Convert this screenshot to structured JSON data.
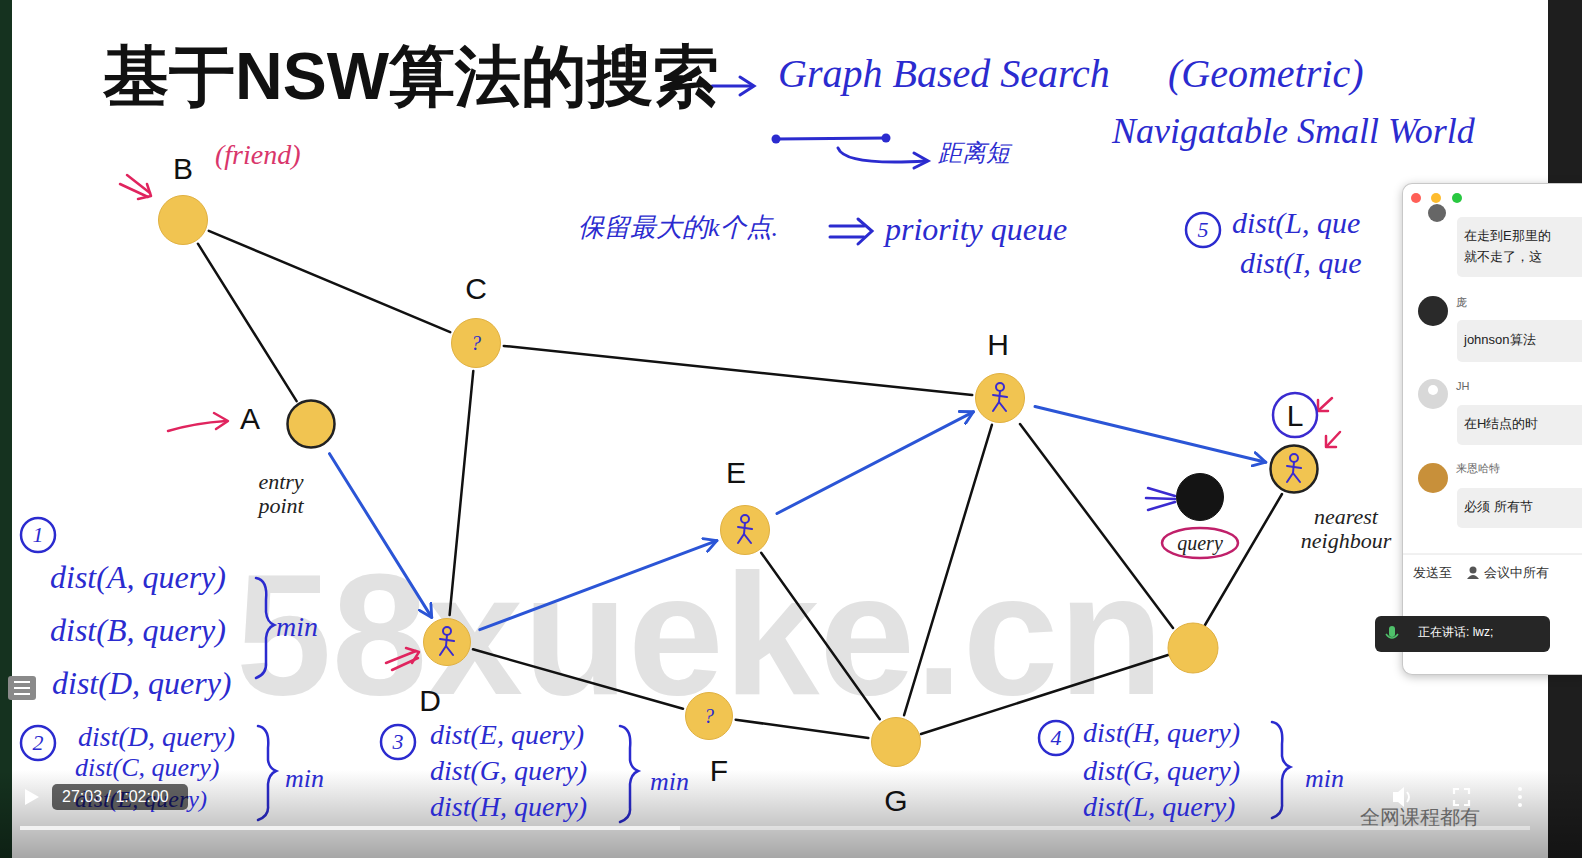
{
  "diagram": {
    "title": "基于NSW算法的搜索",
    "nodes": [
      {
        "text": [
          "B"
        ]
      },
      {
        "text": [
          "C",
          "?"
        ]
      },
      {
        "text": [
          "A",
          "entry point"
        ]
      },
      {
        "text": [
          "H"
        ]
      },
      {
        "text": [
          "L",
          "nearest neighbour"
        ]
      },
      {
        "text": [
          "query"
        ]
      },
      {
        "text": [
          "E"
        ]
      },
      {
        "text": [
          "D"
        ]
      },
      {
        "text": [
          "?",
          "F"
        ]
      },
      {
        "text": [
          "G"
        ]
      }
    ],
    "edges": [
      {
        "from": 0,
        "to": 2,
        "arrow": "none"
      },
      {
        "from": 0,
        "to": 1,
        "arrow": "none"
      },
      {
        "from": 1,
        "to": 3,
        "arrow": "none"
      },
      {
        "from": 1,
        "to": 7,
        "arrow": "none"
      },
      {
        "from": 2,
        "to": 7,
        "arrow": "to"
      },
      {
        "from": 7,
        "to": 6,
        "arrow": "to"
      },
      {
        "from": 6,
        "to": 3,
        "arrow": "to"
      },
      {
        "from": 3,
        "to": 4,
        "arrow": "to"
      },
      {
        "from": 7,
        "to": 8,
        "arrow": "none"
      },
      {
        "from": 8,
        "to": 9,
        "arrow": "none"
      },
      {
        "from": 6,
        "to": 9,
        "arrow": "none"
      },
      {
        "from": 3,
        "to": 9,
        "arrow": "none"
      }
    ],
    "labels": [
      "Graph Based Search",
      "(Geometric)",
      "距离短",
      "Navigatable Small World",
      "保留最大的k个点.",
      "priority queue",
      "5",
      "dist(L, que",
      "dist(I, que",
      "(friend)",
      "1",
      "dist(A, query)",
      "dist(B, query)",
      "dist(D, query)",
      "min",
      "2",
      "dist(D, query)",
      "dist(C, query)",
      "dist(E, query)",
      "min",
      "3",
      "dist(E, query)",
      "dist(G, query)",
      "dist(H, query)",
      "min",
      "4",
      "dist(H, query)",
      "dist(G, query)",
      "dist(L, query)",
      "min",
      "58xueke.cn",
      "全网课程都有",
      "27:03 / 1:02:00",
      "在走到E那里的",
      "就不走了，这",
      "庞",
      "johnson算法",
      "JH",
      "在H结点的时",
      "来恩哈特",
      "必须 所有节",
      "发送至",
      "会议中所有",
      "正在讲话: lwz;"
    ]
  }
}
